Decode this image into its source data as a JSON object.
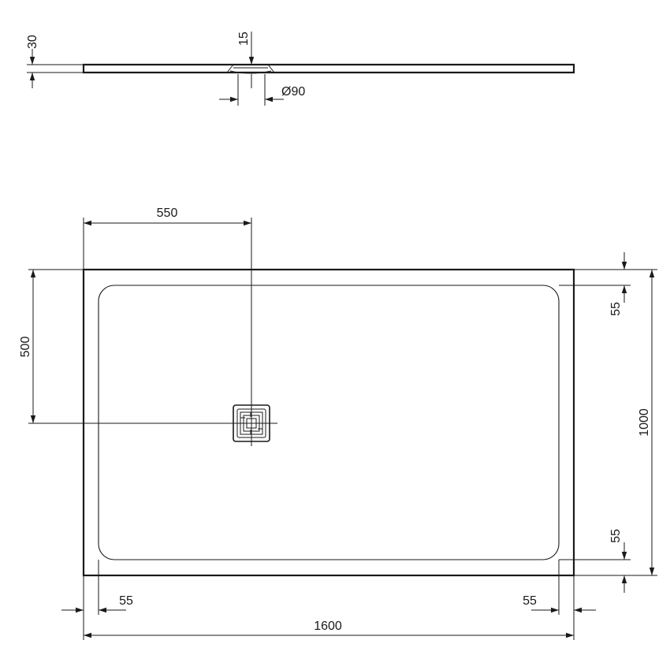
{
  "drawing": {
    "side_view": {
      "height_label": "30",
      "drain_depth_label": "15",
      "drain_diameter_label": "Ø90"
    },
    "plan_view": {
      "drain_x_label": "550",
      "drain_y_label": "500",
      "right_rim_top_label": "55",
      "right_rim_bottom_label": "55",
      "total_depth_label": "1000",
      "bottom_rim_left_label": "55",
      "bottom_rim_right_label": "55",
      "total_width_label": "1600"
    }
  }
}
